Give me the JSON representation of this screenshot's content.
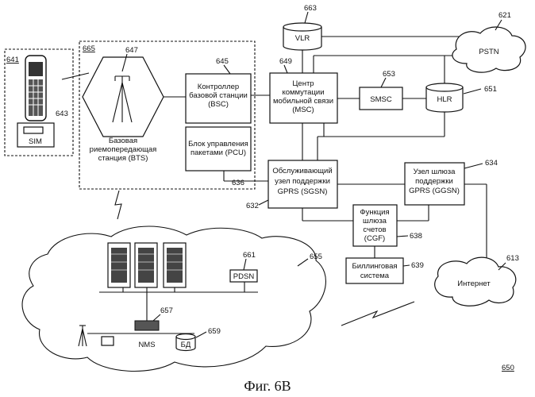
{
  "nodes": {
    "vlr": {
      "label": "VLR",
      "ref": "663"
    },
    "pstn": {
      "label": "PSTN",
      "ref": "621"
    },
    "hlr": {
      "label": "HLR",
      "ref": "651"
    },
    "smsc": {
      "label": "SMSC",
      "ref": "653"
    },
    "msc": {
      "lines": [
        "Центр",
        "коммутации",
        "мобильной связи",
        "(MSC)"
      ],
      "ref": "649"
    },
    "bsc": {
      "lines": [
        "Контроллер",
        "базовой станции",
        "(BSC)"
      ],
      "ref": "645"
    },
    "pcu": {
      "lines": [
        "Блок управления",
        "пакетами (PCU)"
      ],
      "ref": "636"
    },
    "bts": {
      "lines": [
        "Базовая",
        "риемопередающая",
        "станция (BTS)"
      ],
      "ref": "647"
    },
    "mobile": {
      "ref": "641"
    },
    "sim": {
      "label": "SIM",
      "ref": "643"
    },
    "bss": {
      "ref": "665"
    },
    "sgsn": {
      "lines": [
        "Обслуживающий",
        "узел поддержки",
        "GPRS (SGSN)"
      ],
      "ref": "632"
    },
    "ggsn": {
      "lines": [
        "Узел шлюза",
        "поддержки",
        "GPRS (GGSN)"
      ],
      "ref": "634"
    },
    "cgf": {
      "lines": [
        "Функция",
        "шлюза",
        "счетов",
        "(CGF)"
      ],
      "ref": "638"
    },
    "billing": {
      "lines": [
        "Биллинговая",
        "система"
      ],
      "ref": "639"
    },
    "internet": {
      "label": "Интернет",
      "ref": "613"
    },
    "pdsn": {
      "label": "PDSN",
      "ref": "661"
    },
    "network": {
      "ref": "655"
    },
    "nms": {
      "label": "NMS",
      "ref": "657"
    },
    "db": {
      "label": "БД",
      "ref": "659"
    }
  },
  "figure_ref": "650",
  "caption": "Фиг. 6B"
}
